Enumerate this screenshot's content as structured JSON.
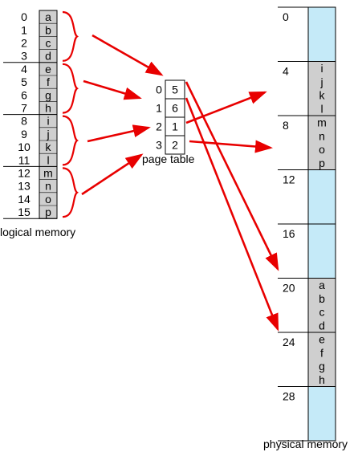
{
  "logical_memory": {
    "label": "logical memory",
    "addresses": [
      "0",
      "1",
      "2",
      "3",
      "4",
      "5",
      "6",
      "7",
      "8",
      "9",
      "10",
      "11",
      "12",
      "13",
      "14",
      "15"
    ],
    "contents": [
      "a",
      "b",
      "c",
      "d",
      "e",
      "f",
      "g",
      "h",
      "i",
      "j",
      "k",
      "l",
      "m",
      "n",
      "o",
      "p"
    ]
  },
  "page_table": {
    "label": "page table",
    "rows": [
      {
        "page": "0",
        "frame": "5"
      },
      {
        "page": "1",
        "frame": "6"
      },
      {
        "page": "2",
        "frame": "1"
      },
      {
        "page": "3",
        "frame": "2"
      }
    ]
  },
  "physical_memory": {
    "label": "physical memory",
    "frame_addresses": [
      "0",
      "4",
      "8",
      "12",
      "16",
      "20",
      "24",
      "28"
    ],
    "frames": [
      {
        "contents": []
      },
      {
        "contents": [
          "i",
          "j",
          "k",
          "l"
        ]
      },
      {
        "contents": [
          "m",
          "n",
          "o",
          "p"
        ]
      },
      {
        "contents": []
      },
      {
        "contents": []
      },
      {
        "contents": [
          "a",
          "b",
          "c",
          "d"
        ]
      },
      {
        "contents": [
          "e",
          "f",
          "g",
          "h"
        ]
      },
      {
        "contents": []
      }
    ]
  },
  "colors": {
    "arrow": "#e80000",
    "logical_cell": "#cfcfcf",
    "empty_frame": "#c5eaf8",
    "filled_frame": "#cfcfcf",
    "table_cell": "#ffffff",
    "line": "#000000"
  }
}
